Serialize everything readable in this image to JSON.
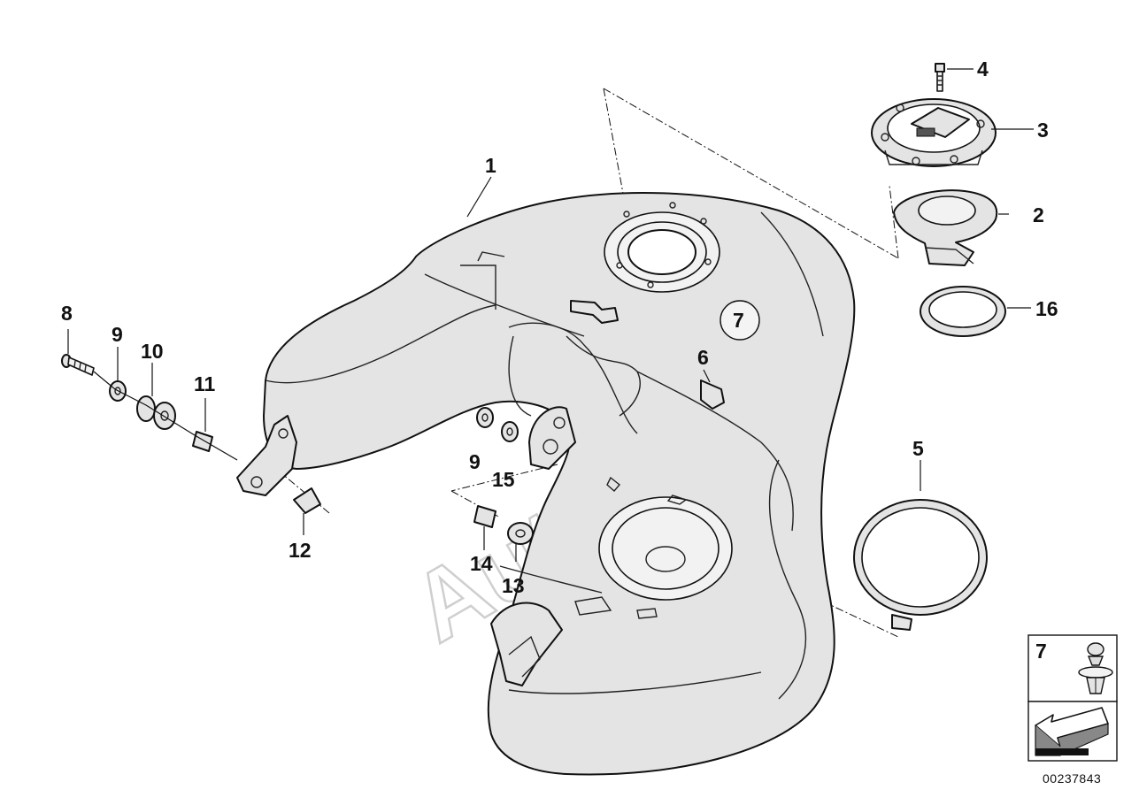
{
  "callouts": {
    "c1": "1",
    "c2": "2",
    "c3": "3",
    "c4": "4",
    "c5": "5",
    "c6": "6",
    "c7": "7",
    "c8": "8",
    "c9a": "9",
    "c9b": "9",
    "c10": "10",
    "c11": "11",
    "c12": "12",
    "c13": "13",
    "c14": "14",
    "c15": "15",
    "c16": "16"
  },
  "legend_box": {
    "item_label": "7"
  },
  "watermark": "AutoSoft",
  "diagram_number": "00237843"
}
